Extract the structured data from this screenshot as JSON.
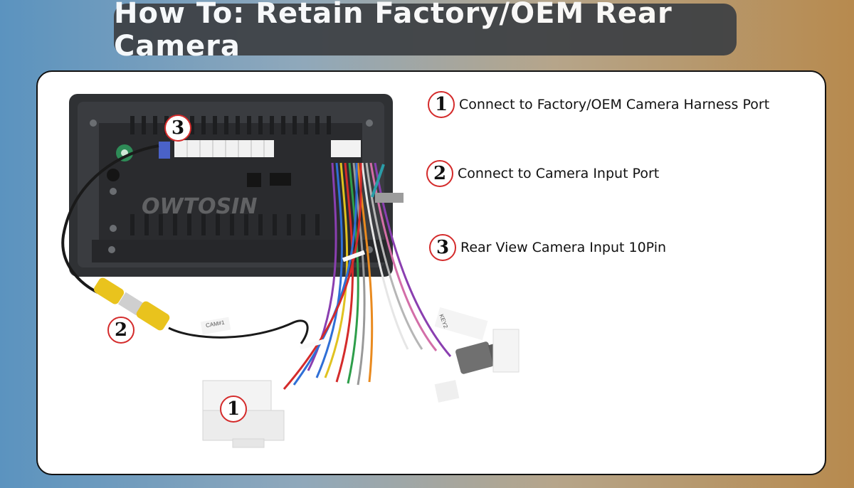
{
  "title": "How To: Retain Factory/OEM Rear Camera",
  "legend": [
    {
      "number": "1",
      "text": "Connect to Factory/OEM Camera Harness Port"
    },
    {
      "number": "2",
      "text": "Connect to Camera Input Port"
    },
    {
      "number": "3",
      "text": "Rear View Camera Input 10Pin"
    }
  ],
  "image_markers": {
    "radio_port": "3",
    "rca_connector": "2",
    "oem_connector": "1"
  },
  "watermark": "OWTOSIN",
  "cable_labels": {
    "camera": "CAM#1",
    "key": "KEY2"
  },
  "colors": {
    "badge_ring": "#d42b2b",
    "banner": "#3d4044"
  }
}
